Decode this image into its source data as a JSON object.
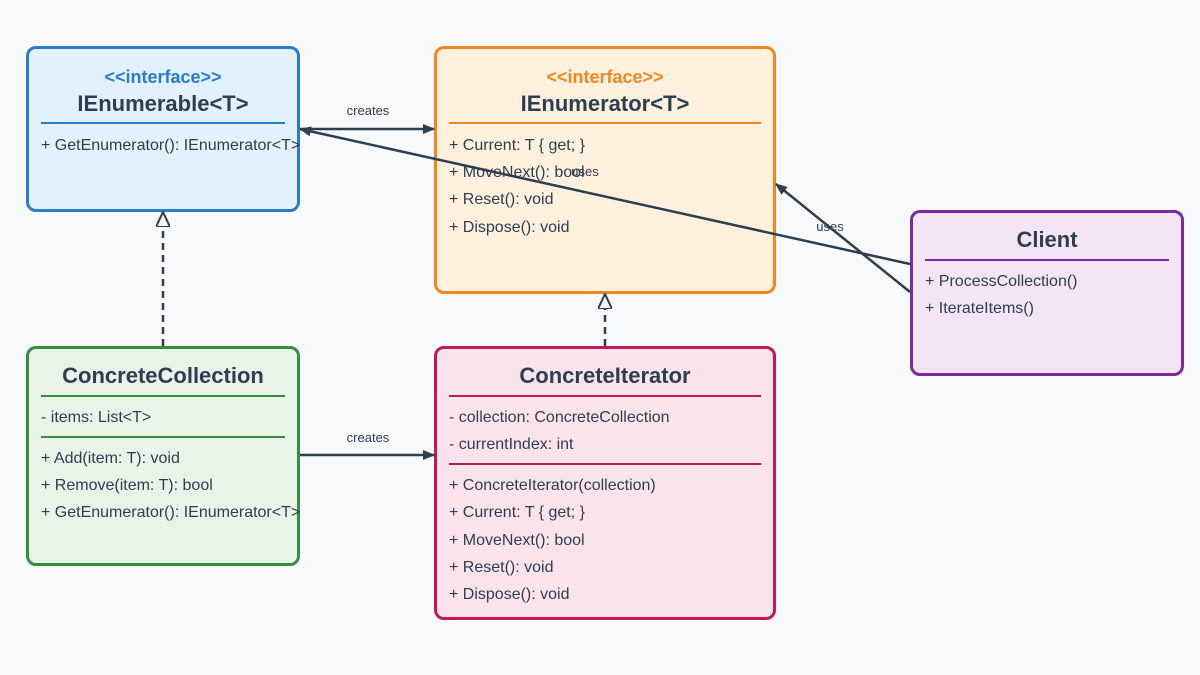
{
  "ienumerable": {
    "stereotype": "<<interface>>",
    "title": "IEnumerable<T>",
    "methods": [
      "+ GetEnumerator(): IEnumerator<T>"
    ]
  },
  "ienumerator": {
    "stereotype": "<<interface>>",
    "title": "IEnumerator<T>",
    "methods": [
      "+ Current: T { get; }",
      "+ MoveNext(): bool",
      "+ Reset(): void",
      "+ Dispose(): void"
    ]
  },
  "client": {
    "title": "Client",
    "methods": [
      "+ ProcessCollection()",
      "+ IterateItems()"
    ]
  },
  "concrete_collection": {
    "title": "ConcreteCollection",
    "fields": [
      "- items: List<T>"
    ],
    "methods": [
      "+ Add(item: T): void",
      "+ Remove(item: T): bool",
      "+ GetEnumerator(): IEnumerator<T>"
    ]
  },
  "concrete_iterator": {
    "title": "ConcreteIterator",
    "fields": [
      "- collection: ConcreteCollection",
      "- currentIndex: int"
    ],
    "methods": [
      "+ ConcreteIterator(collection)",
      "+ Current: T { get; }",
      "+ MoveNext(): bool",
      "+ Reset(): void",
      "+ Dispose(): void"
    ]
  },
  "edges": {
    "ienumerable_creates_ienumerator": "creates",
    "collection_creates_iterator": "creates",
    "client_uses_ienumerable": "uses",
    "client_uses_ienumerator": "uses"
  },
  "colors": {
    "ienumerable": "#2a7dcc",
    "ienumerator": "#f0861e",
    "client": "#7b2aa0",
    "concrete_collection": "#378f3e",
    "concrete_iterator": "#c2185b",
    "edge": "#2c3e50"
  }
}
